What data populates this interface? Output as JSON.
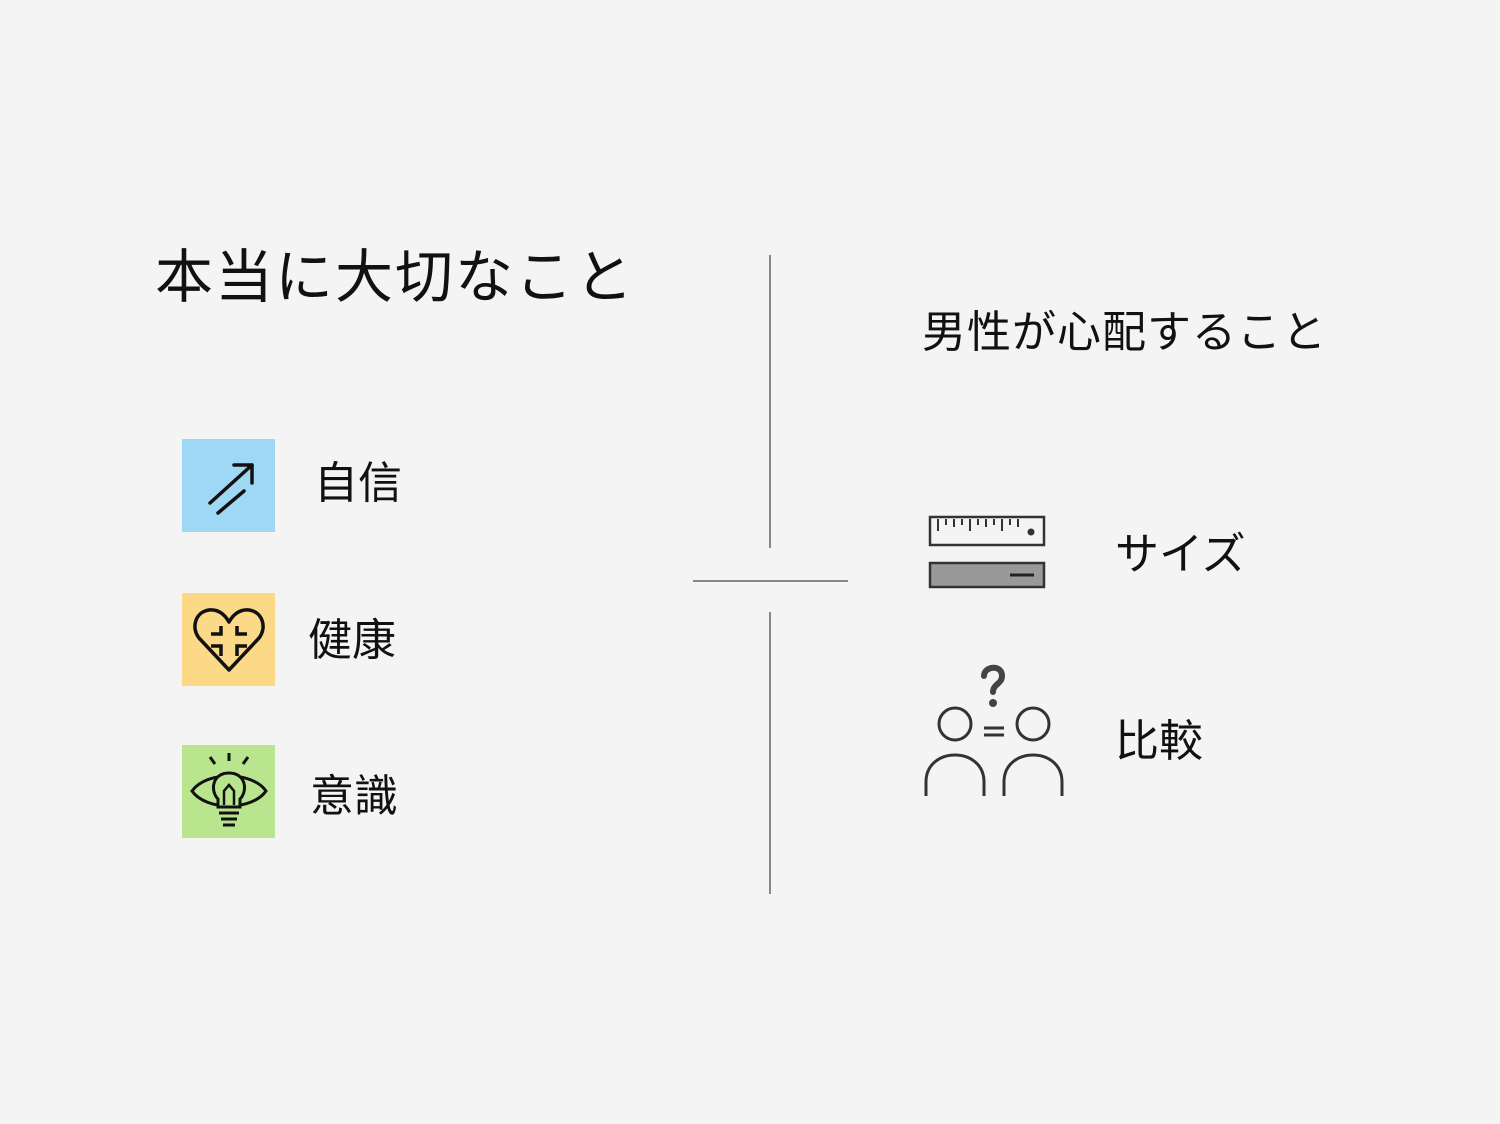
{
  "left": {
    "title": "本当に大切なこと",
    "items": [
      {
        "label": "自信",
        "icon": "trending-up-arrow-icon",
        "color": "#9fd8f5"
      },
      {
        "label": "健康",
        "icon": "heart-cross-icon",
        "color": "#fbd987"
      },
      {
        "label": "意識",
        "icon": "eye-lightbulb-icon",
        "color": "#b8e58e"
      }
    ]
  },
  "right": {
    "title": "男性が心配すること",
    "items": [
      {
        "label": "サイズ",
        "icon": "ruler-icon"
      },
      {
        "label": "比較",
        "icon": "people-compare-icon"
      }
    ]
  },
  "divider": {
    "color": "#888888"
  }
}
